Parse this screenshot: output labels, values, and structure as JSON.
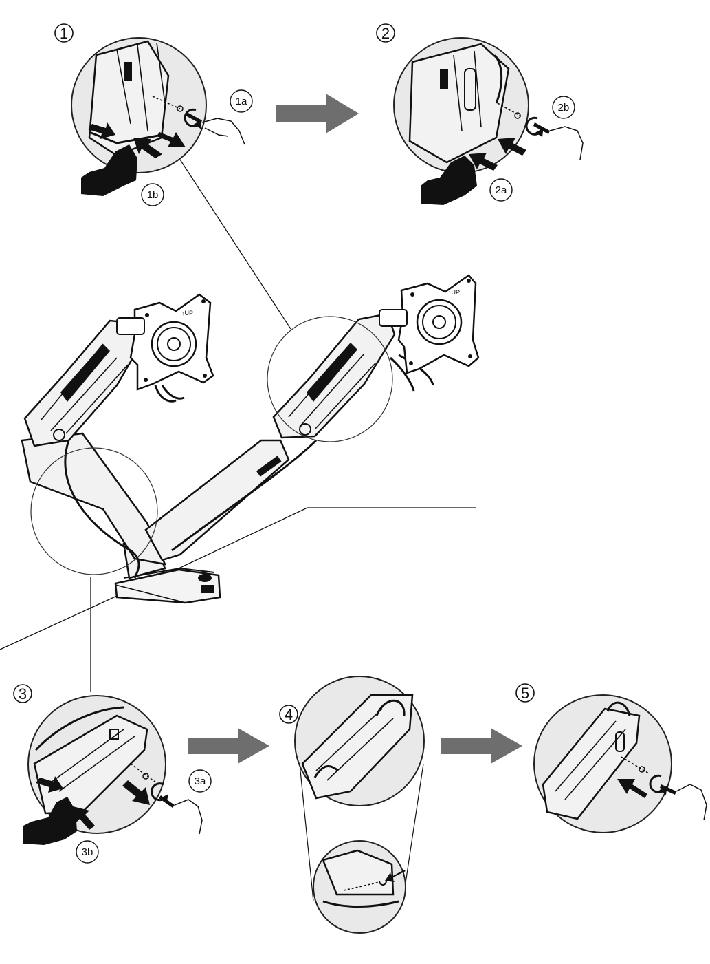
{
  "steps": [
    {
      "number": "1",
      "labels": [
        "1a",
        "1b"
      ]
    },
    {
      "number": "2",
      "labels": [
        "2b",
        "2a"
      ]
    },
    {
      "number": "3",
      "labels": [
        "3a",
        "3b"
      ]
    },
    {
      "number": "4",
      "labels": []
    },
    {
      "number": "5",
      "labels": []
    }
  ],
  "mount_plate_marks": {
    "left": "↑UP",
    "right": "↑UP"
  },
  "colors": {
    "line": "#111111",
    "lens": "#e9e9e9",
    "step_arrow": "#6e6e6e",
    "background": "#ffffff"
  }
}
